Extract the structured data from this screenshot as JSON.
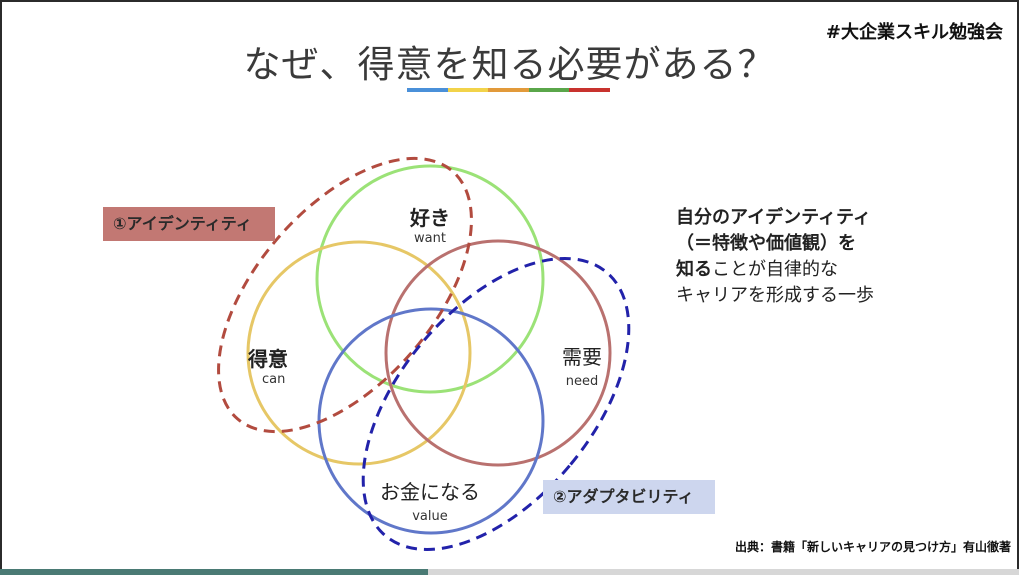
{
  "header": {
    "hashtag": "#大企業スキル勉強会",
    "title": "なぜ、得意を知る必要がある？",
    "title_bar_colors": [
      "#4a90d9",
      "#f2d34a",
      "#e29a3a",
      "#5aa64a",
      "#c8332e"
    ]
  },
  "diagram": {
    "circles": {
      "want": {
        "jp": "好き",
        "en": "want",
        "color": "#9be277"
      },
      "can": {
        "jp": "得意",
        "en": "can",
        "color": "#e6c766"
      },
      "need": {
        "jp": "需要",
        "en": "need",
        "color": "#b9716f"
      },
      "value": {
        "jp": "お金になる",
        "en": "value",
        "color": "#6077c9"
      }
    },
    "identity_label": "①アイデンティティ",
    "identity_color": "#b24b3f",
    "adaptability_label": "②アダプタビリティ",
    "adaptability_color": "#2222aa"
  },
  "description": {
    "line1": "自分のアイデンティティ",
    "line2": "（＝特徴や価値観）を",
    "line3_bold": "知る",
    "line3_rest": "ことが自律的な",
    "line4": "キャリアを形成する一歩"
  },
  "footer": {
    "source": "出典：書籍「新しいキャリアの見つけ方」有山徹著",
    "progress": 0.42,
    "progress_color": "#4a7a74"
  }
}
